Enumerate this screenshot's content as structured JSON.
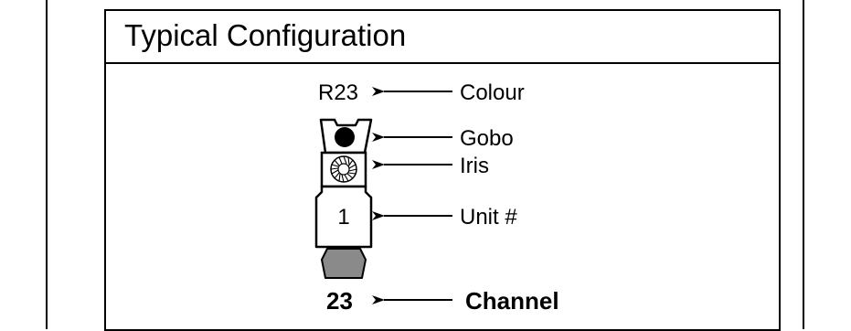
{
  "title": "Typical Configuration",
  "colour": {
    "value": "R23",
    "label": "Colour"
  },
  "gobo": {
    "label": "Gobo"
  },
  "iris": {
    "label": "Iris"
  },
  "unit": {
    "value": "1",
    "label": "Unit #"
  },
  "channel": {
    "value": "23",
    "label": "Channel"
  },
  "colors": {
    "line": "#000000",
    "lens_fill": "#8a8a8a",
    "background": "#ffffff"
  },
  "icons": [
    "gobo-dot-icon",
    "iris-icon",
    "lens-icon",
    "arrow-left-icon"
  ]
}
